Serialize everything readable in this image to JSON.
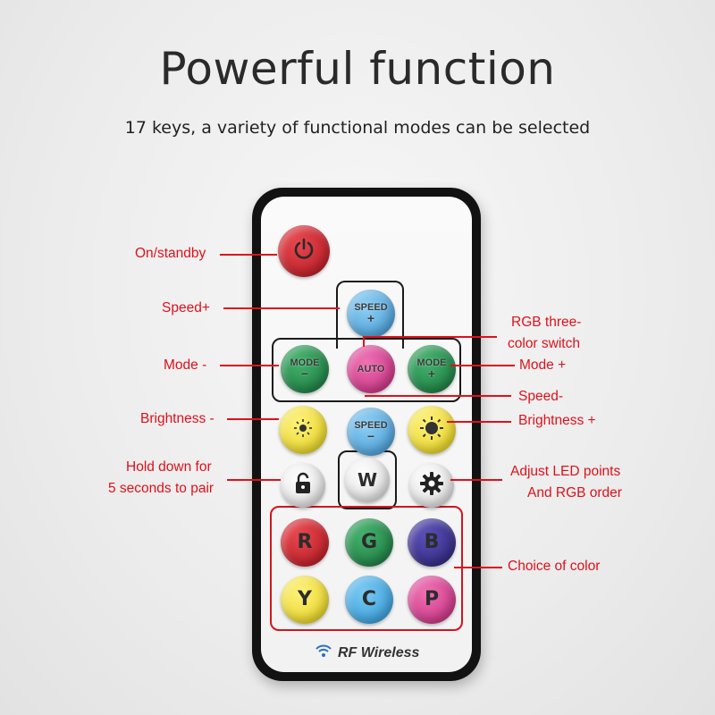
{
  "title": "Powerful function",
  "subtitle": "17 keys, a variety of functional modes can be selected",
  "remote": {
    "brand": "RF Wireless",
    "buttons": {
      "speed_up": {
        "top": "SPEED",
        "sign": "+"
      },
      "mode_minus": {
        "top": "MODE",
        "sign": "−"
      },
      "auto": "AUTO",
      "mode_plus": {
        "top": "MODE",
        "sign": "+"
      },
      "speed_down": {
        "top": "SPEED",
        "sign": "−"
      },
      "w": "W",
      "r": "R",
      "g": "G",
      "b": "B",
      "y": "Y",
      "c": "C",
      "p": "P"
    }
  },
  "callouts": {
    "on_standby": "On/standby",
    "speed_plus": "Speed+",
    "mode_minus": "Mode -",
    "brightness_minus": "Brightness -",
    "hold_line1": "Hold down for",
    "hold_line2": "5 seconds to pair",
    "rgb_line1": "RGB three-",
    "rgb_line2": "color switch",
    "mode_plus": "Mode +",
    "speed_minus": "Speed-",
    "brightness_plus": "Brightness +",
    "adjust_line1": "Adjust LED points",
    "adjust_line2": "And RGB order",
    "choice_of_color": "Choice of color"
  },
  "colors": {
    "callout": "#e0101b",
    "power": "#c8222a",
    "speed": "#4aa6df",
    "mode": "#1f8a4a",
    "auto": "#d43b8c",
    "yellow": "#f2e32a",
    "red": "#c8222a",
    "green": "#1f8a4a",
    "blue": "#3a2f8f",
    "cyan": "#36a9e6",
    "purple": "#d43b8c"
  }
}
